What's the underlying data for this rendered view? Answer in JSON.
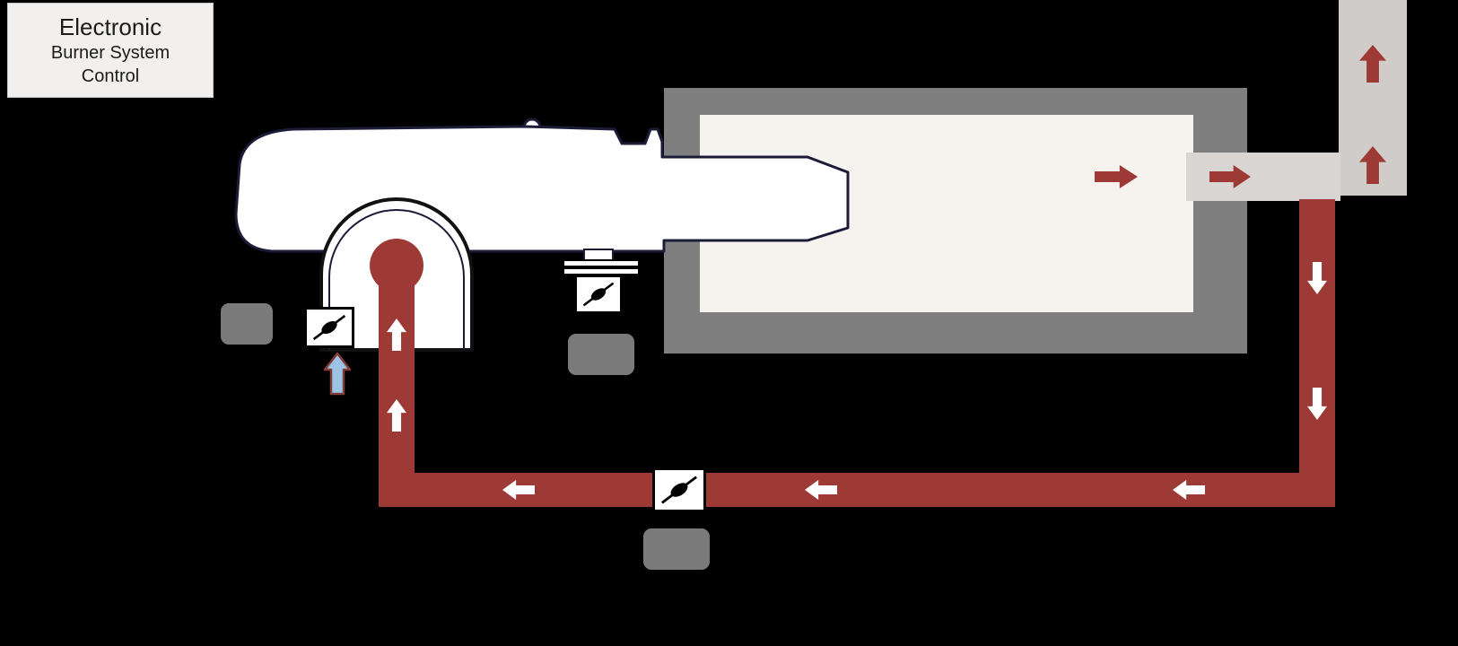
{
  "title_box": {
    "line1": "Electronic",
    "line2": "Burner System",
    "line3": "Control"
  },
  "colors": {
    "background": "#000000",
    "flue_red": "#9d3a35",
    "furnace_gray": "#7f7f7f",
    "furnace_interior": "#f6f3ee",
    "duct_gray": "#d8d5d2",
    "stack_gray": "#cfccc9",
    "actuator_gray": "#7a7a7a",
    "air_blue": "#9dc3e6",
    "air_blue_outline": "#843c39",
    "title_bg": "#f1f0ef",
    "title_text": "#1c1c1c",
    "outline_navy": "#1c1c38",
    "arrow_white": "#ffffff"
  },
  "icons": {
    "flow_up": "block-arrow-up",
    "flow_down": "block-arrow-down",
    "flow_left": "block-arrow-left",
    "flow_right": "block-arrow-right",
    "valve": "butterfly-valve-symbol",
    "combustion_air": "block-arrow-up-blue"
  }
}
